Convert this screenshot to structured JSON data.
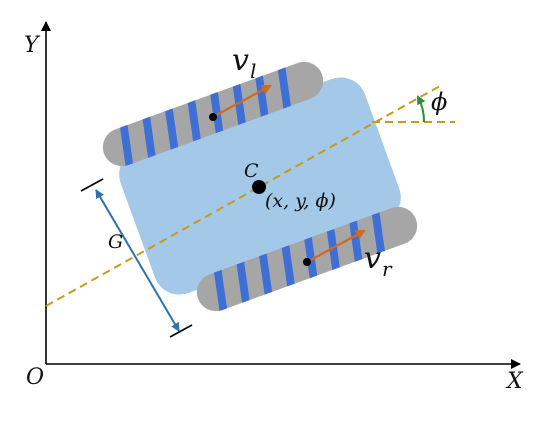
{
  "labels": {
    "axis_x": "X",
    "axis_y": "Y",
    "origin": "O",
    "center": "C",
    "pose": "(x, y, ϕ)",
    "track_width": "G",
    "heading_angle": "ϕ",
    "vel_left_base": "v",
    "vel_left_sub": "l",
    "vel_right_base": "v",
    "vel_right_sub": "r"
  },
  "colors": {
    "body_fill": "#a4c8e8",
    "track_gray": "#a6a6a6",
    "tread_blue": "#3d6fd6",
    "heading_line": "#c89a1a",
    "velocity_arrow": "#d2691e",
    "angle_arrow": "#2e8b3a",
    "dimension_line": "#2e72b0",
    "axes": "#000000"
  }
}
